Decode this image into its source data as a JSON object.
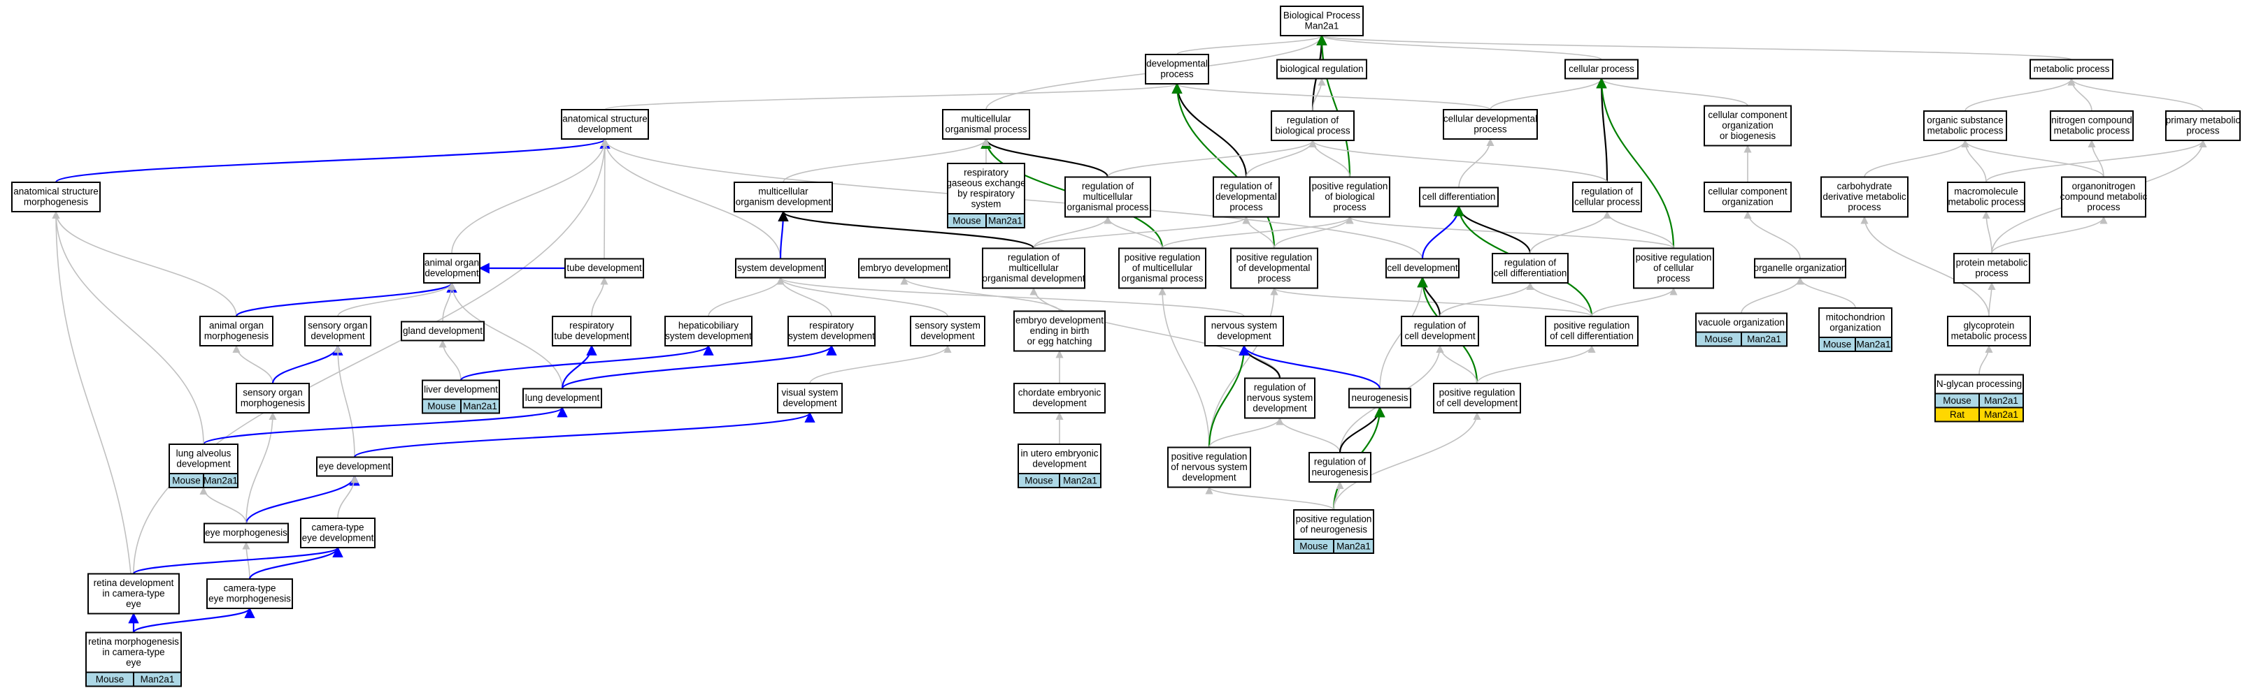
{
  "colors": {
    "is_a": "#c0c0c0",
    "part_of": "#0000ff",
    "regulates": "#000000",
    "positively_regulates": "#008000",
    "species_mouse": "#add8e6",
    "species_rat": "#ffd700"
  },
  "nodes": {
    "bp": {
      "label": [
        "Biological Process",
        "Man2a1"
      ]
    },
    "dev_proc": {
      "label": [
        "developmental",
        "process"
      ]
    },
    "bio_reg": {
      "label": [
        "biological regulation"
      ]
    },
    "cell_proc": {
      "label": [
        "cellular process"
      ]
    },
    "met_proc": {
      "label": [
        "metabolic process"
      ]
    },
    "anat_dev": {
      "label": [
        "anatomical structure",
        "development"
      ]
    },
    "mc_org": {
      "label": [
        "multicellular",
        "organismal process"
      ]
    },
    "reg_bio": {
      "label": [
        "regulation of",
        "biological process"
      ]
    },
    "cell_dev_proc": {
      "label": [
        "cellular developmental",
        "process"
      ]
    },
    "cc_org_bio": {
      "label": [
        "cellular component",
        "organization",
        "or biogenesis"
      ]
    },
    "org_subst": {
      "label": [
        "organic substance",
        "metabolic process"
      ]
    },
    "nitro": {
      "label": [
        "nitrogen compound",
        "metabolic process"
      ]
    },
    "primary": {
      "label": [
        "primary metabolic",
        "process"
      ]
    },
    "anat_morph": {
      "label": [
        "anatomical structure",
        "morphogenesis"
      ]
    },
    "resp_gas": {
      "label": [
        "respiratory",
        "gaseous exchange",
        "by respiratory",
        "system"
      ],
      "species": [
        {
          "name": "Mouse",
          "gene": "Man2a1",
          "color": "#add8e6"
        }
      ]
    },
    "reg_mc_org": {
      "label": [
        "regulation of",
        "multicellular",
        "organismal process"
      ]
    },
    "mc_org_dev": {
      "label": [
        "multicellular",
        "organism development"
      ]
    },
    "reg_dev": {
      "label": [
        "regulation of",
        "developmental",
        "process"
      ]
    },
    "pos_reg_bio": {
      "label": [
        "positive regulation",
        "of biological",
        "process"
      ]
    },
    "cell_diff": {
      "label": [
        "cell differentiation"
      ]
    },
    "reg_cell_proc": {
      "label": [
        "regulation of",
        "cellular process"
      ]
    },
    "cc_org": {
      "label": [
        "cellular component",
        "organization"
      ]
    },
    "carb": {
      "label": [
        "carbohydrate",
        "derivative metabolic",
        "process"
      ]
    },
    "macro": {
      "label": [
        "macromolecule",
        "metabolic process"
      ]
    },
    "organonitro": {
      "label": [
        "organonitrogen",
        "compound metabolic",
        "process"
      ]
    },
    "animal_organ_dev": {
      "label": [
        "animal organ",
        "development"
      ]
    },
    "tube_dev": {
      "label": [
        "tube development"
      ]
    },
    "sys_dev": {
      "label": [
        "system development"
      ]
    },
    "embryo_dev": {
      "label": [
        "embryo development"
      ]
    },
    "reg_mc_org_dev": {
      "label": [
        "regulation of",
        "multicellular",
        "organismal development"
      ]
    },
    "pos_reg_mc_org": {
      "label": [
        "positive regulation",
        "of multicellular",
        "organismal process"
      ]
    },
    "pos_reg_dev": {
      "label": [
        "positive regulation",
        "of developmental",
        "process"
      ]
    },
    "cell_devt": {
      "label": [
        "cell development"
      ]
    },
    "reg_cell_diff": {
      "label": [
        "regulation of",
        "cell differentiation"
      ]
    },
    "pos_reg_cell_proc": {
      "label": [
        "positive regulation",
        "of cellular",
        "process"
      ]
    },
    "organelle": {
      "label": [
        "organelle organization"
      ]
    },
    "protein_met": {
      "label": [
        "protein metabolic",
        "process"
      ]
    },
    "animal_organ_morph": {
      "label": [
        "animal organ",
        "morphogenesis"
      ]
    },
    "sensory_organ_dev": {
      "label": [
        "sensory organ",
        "development"
      ]
    },
    "gland_dev": {
      "label": [
        "gland development"
      ]
    },
    "resp_tube_dev": {
      "label": [
        "respiratory",
        "tube development"
      ]
    },
    "hepato": {
      "label": [
        "hepaticobiliary",
        "system development"
      ]
    },
    "resp_sys_dev": {
      "label": [
        "respiratory",
        "system development"
      ]
    },
    "sensory_sys_dev": {
      "label": [
        "sensory system",
        "development"
      ]
    },
    "embryo_birth": {
      "label": [
        "embryo development",
        "ending in birth",
        "or egg hatching"
      ]
    },
    "nerv_sys_dev": {
      "label": [
        "nervous system",
        "development"
      ]
    },
    "reg_cell_dev": {
      "label": [
        "regulation of",
        "cell development"
      ]
    },
    "pos_reg_cell_diff": {
      "label": [
        "positive regulation",
        "of cell differentiation"
      ]
    },
    "vacuole": {
      "label": [
        "vacuole organization"
      ],
      "species": [
        {
          "name": "Mouse",
          "gene": "Man2a1",
          "color": "#add8e6"
        }
      ]
    },
    "mito": {
      "label": [
        "mitochondrion",
        "organization"
      ],
      "species": [
        {
          "name": "Mouse",
          "gene": "Man2a1",
          "color": "#add8e6"
        }
      ]
    },
    "glyco": {
      "label": [
        "glycoprotein",
        "metabolic process"
      ]
    },
    "sensory_organ_morph": {
      "label": [
        "sensory organ",
        "morphogenesis"
      ]
    },
    "liver_dev": {
      "label": [
        "liver development"
      ],
      "species": [
        {
          "name": "Mouse",
          "gene": "Man2a1",
          "color": "#add8e6"
        }
      ]
    },
    "lung_dev": {
      "label": [
        "lung development"
      ]
    },
    "visual_sys_dev": {
      "label": [
        "visual system",
        "development"
      ]
    },
    "chordate": {
      "label": [
        "chordate embryonic",
        "development"
      ]
    },
    "reg_nerv": {
      "label": [
        "regulation of",
        "nervous system",
        "development"
      ]
    },
    "neurogenesis": {
      "label": [
        "neurogenesis"
      ]
    },
    "pos_reg_cell_dev": {
      "label": [
        "positive regulation",
        "of cell development"
      ]
    },
    "nglycan": {
      "label": [
        "N-glycan processing"
      ],
      "species": [
        {
          "name": "Mouse",
          "gene": "Man2a1",
          "color": "#add8e6"
        },
        {
          "name": "Rat",
          "gene": "Man2a1",
          "color": "#ffd700"
        }
      ]
    },
    "lung_alv": {
      "label": [
        "lung alveolus",
        "development"
      ],
      "species": [
        {
          "name": "Mouse",
          "gene": "Man2a1",
          "color": "#add8e6"
        }
      ]
    },
    "eye_dev": {
      "label": [
        "eye development"
      ]
    },
    "in_utero": {
      "label": [
        "in utero embryonic",
        "development"
      ],
      "species": [
        {
          "name": "Mouse",
          "gene": "Man2a1",
          "color": "#add8e6"
        }
      ]
    },
    "pos_reg_nerv": {
      "label": [
        "positive regulation",
        "of nervous system",
        "development"
      ]
    },
    "reg_neuro": {
      "label": [
        "regulation of",
        "neurogenesis"
      ]
    },
    "eye_morph": {
      "label": [
        "eye morphogenesis"
      ]
    },
    "camera_eye_dev": {
      "label": [
        "camera-type",
        "eye development"
      ]
    },
    "pos_reg_neuro": {
      "label": [
        "positive regulation",
        "of neurogenesis"
      ],
      "species": [
        {
          "name": "Mouse",
          "gene": "Man2a1",
          "color": "#add8e6"
        }
      ]
    },
    "retina_dev": {
      "label": [
        "retina development",
        "in camera-type",
        "eye"
      ]
    },
    "camera_eye_morph": {
      "label": [
        "camera-type",
        "eye morphogenesis"
      ]
    },
    "retina_morph": {
      "label": [
        "retina morphogenesis",
        "in camera-type",
        "eye"
      ],
      "species": [
        {
          "name": "Mouse",
          "gene": "Man2a1",
          "color": "#add8e6"
        }
      ]
    }
  },
  "edges": [
    {
      "from": "dev_proc",
      "to": "bp",
      "type": "is_a"
    },
    {
      "from": "bio_reg",
      "to": "bp",
      "type": "is_a"
    },
    {
      "from": "cell_proc",
      "to": "bp",
      "type": "is_a"
    },
    {
      "from": "met_proc",
      "to": "bp",
      "type": "is_a"
    },
    {
      "from": "mc_org",
      "to": "bp",
      "type": "is_a"
    },
    {
      "from": "reg_bio",
      "to": "bp",
      "type": "regulates"
    },
    {
      "from": "pos_reg_bio",
      "to": "bp",
      "type": "positively_regulates"
    },
    {
      "from": "anat_dev",
      "to": "dev_proc",
      "type": "is_a"
    },
    {
      "from": "cell_dev_proc",
      "to": "dev_proc",
      "type": "is_a"
    },
    {
      "from": "reg_dev",
      "to": "dev_proc",
      "type": "regulates"
    },
    {
      "from": "pos_reg_dev",
      "to": "dev_proc",
      "type": "positively_regulates"
    },
    {
      "from": "reg_bio",
      "to": "bio_reg",
      "type": "is_a"
    },
    {
      "from": "cell_dev_proc",
      "to": "cell_proc",
      "type": "is_a"
    },
    {
      "from": "cc_org_bio",
      "to": "cell_proc",
      "type": "is_a"
    },
    {
      "from": "reg_cell_proc",
      "to": "cell_proc",
      "type": "regulates"
    },
    {
      "from": "pos_reg_cell_proc",
      "to": "cell_proc",
      "type": "positively_regulates"
    },
    {
      "from": "org_subst",
      "to": "met_proc",
      "type": "is_a"
    },
    {
      "from": "nitro",
      "to": "met_proc",
      "type": "is_a"
    },
    {
      "from": "primary",
      "to": "met_proc",
      "type": "is_a"
    },
    {
      "from": "anat_morph",
      "to": "anat_dev",
      "type": "part_of"
    },
    {
      "from": "animal_organ_dev",
      "to": "anat_dev",
      "type": "is_a"
    },
    {
      "from": "tube_dev",
      "to": "anat_dev",
      "type": "is_a"
    },
    {
      "from": "sys_dev",
      "to": "anat_dev",
      "type": "is_a"
    },
    {
      "from": "cell_devt",
      "to": "anat_dev",
      "type": "is_a"
    },
    {
      "from": "retina_dev",
      "to": "anat_dev",
      "type": "is_a"
    },
    {
      "from": "resp_gas",
      "to": "mc_org",
      "type": "is_a"
    },
    {
      "from": "reg_mc_org",
      "to": "mc_org",
      "type": "regulates"
    },
    {
      "from": "pos_reg_mc_org",
      "to": "mc_org",
      "type": "positively_regulates"
    },
    {
      "from": "mc_org_dev",
      "to": "mc_org",
      "type": "is_a"
    },
    {
      "from": "reg_mc_org",
      "to": "reg_bio",
      "type": "is_a"
    },
    {
      "from": "reg_dev",
      "to": "reg_bio",
      "type": "is_a"
    },
    {
      "from": "pos_reg_bio",
      "to": "reg_bio",
      "type": "is_a"
    },
    {
      "from": "reg_cell_proc",
      "to": "reg_bio",
      "type": "is_a"
    },
    {
      "from": "cell_diff",
      "to": "cell_dev_proc",
      "type": "is_a"
    },
    {
      "from": "cc_org",
      "to": "cc_org_bio",
      "type": "is_a"
    },
    {
      "from": "carb",
      "to": "org_subst",
      "type": "is_a"
    },
    {
      "from": "macro",
      "to": "org_subst",
      "type": "is_a"
    },
    {
      "from": "organonitro",
      "to": "org_subst",
      "type": "is_a"
    },
    {
      "from": "organonitro",
      "to": "nitro",
      "type": "is_a"
    },
    {
      "from": "macro",
      "to": "primary",
      "type": "is_a"
    },
    {
      "from": "protein_met",
      "to": "primary",
      "type": "is_a"
    },
    {
      "from": "retina_morph",
      "to": "anat_morph",
      "type": "is_a"
    },
    {
      "from": "animal_organ_morph",
      "to": "anat_morph",
      "type": "is_a"
    },
    {
      "from": "reg_mc_org_dev",
      "to": "reg_mc_org",
      "type": "is_a"
    },
    {
      "from": "pos_reg_mc_org",
      "to": "reg_mc_org",
      "type": "is_a"
    },
    {
      "from": "sys_dev",
      "to": "mc_org_dev",
      "type": "part_of"
    },
    {
      "from": "reg_mc_org_dev",
      "to": "mc_org_dev",
      "type": "regulates"
    },
    {
      "from": "reg_mc_org_dev",
      "to": "reg_dev",
      "type": "is_a"
    },
    {
      "from": "pos_reg_dev",
      "to": "reg_dev",
      "type": "is_a"
    },
    {
      "from": "pos_reg_mc_org",
      "to": "pos_reg_bio",
      "type": "is_a"
    },
    {
      "from": "pos_reg_dev",
      "to": "pos_reg_bio",
      "type": "is_a"
    },
    {
      "from": "pos_reg_cell_proc",
      "to": "pos_reg_bio",
      "type": "is_a"
    },
    {
      "from": "cell_devt",
      "to": "cell_diff",
      "type": "part_of"
    },
    {
      "from": "reg_cell_diff",
      "to": "cell_diff",
      "type": "regulates"
    },
    {
      "from": "pos_reg_cell_diff",
      "to": "cell_diff",
      "type": "positively_regulates"
    },
    {
      "from": "reg_cell_diff",
      "to": "reg_cell_proc",
      "type": "is_a"
    },
    {
      "from": "pos_reg_cell_proc",
      "to": "reg_cell_proc",
      "type": "is_a"
    },
    {
      "from": "organelle",
      "to": "cc_org",
      "type": "is_a"
    },
    {
      "from": "glyco",
      "to": "carb",
      "type": "is_a"
    },
    {
      "from": "protein_met",
      "to": "macro",
      "type": "is_a"
    },
    {
      "from": "protein_met",
      "to": "organonitro",
      "type": "is_a"
    },
    {
      "from": "tube_dev",
      "to": "animal_organ_dev",
      "type": "part_of"
    },
    {
      "from": "animal_organ_morph",
      "to": "animal_organ_dev",
      "type": "part_of"
    },
    {
      "from": "sensory_organ_dev",
      "to": "animal_organ_dev",
      "type": "is_a"
    },
    {
      "from": "gland_dev",
      "to": "animal_organ_dev",
      "type": "is_a"
    },
    {
      "from": "lung_dev",
      "to": "animal_organ_dev",
      "type": "is_a"
    },
    {
      "from": "resp_tube_dev",
      "to": "tube_dev",
      "type": "is_a"
    },
    {
      "from": "hepato",
      "to": "sys_dev",
      "type": "is_a"
    },
    {
      "from": "resp_sys_dev",
      "to": "sys_dev",
      "type": "is_a"
    },
    {
      "from": "sensory_sys_dev",
      "to": "sys_dev",
      "type": "is_a"
    },
    {
      "from": "nerv_sys_dev",
      "to": "sys_dev",
      "type": "is_a"
    },
    {
      "from": "embryo_birth",
      "to": "embryo_dev",
      "type": "is_a"
    },
    {
      "from": "reg_nerv",
      "to": "reg_mc_org_dev",
      "type": "is_a"
    },
    {
      "from": "pos_reg_nerv",
      "to": "pos_reg_mc_org",
      "type": "is_a"
    },
    {
      "from": "pos_reg_cell_diff",
      "to": "pos_reg_dev",
      "type": "is_a"
    },
    {
      "from": "pos_reg_nerv",
      "to": "pos_reg_dev",
      "type": "is_a"
    },
    {
      "from": "neurogenesis",
      "to": "cell_devt",
      "type": "is_a"
    },
    {
      "from": "reg_cell_dev",
      "to": "cell_devt",
      "type": "regulates"
    },
    {
      "from": "pos_reg_cell_dev",
      "to": "cell_devt",
      "type": "positively_regulates"
    },
    {
      "from": "reg_cell_dev",
      "to": "reg_cell_diff",
      "type": "is_a"
    },
    {
      "from": "pos_reg_cell_diff",
      "to": "reg_cell_diff",
      "type": "is_a"
    },
    {
      "from": "pos_reg_cell_diff",
      "to": "pos_reg_cell_proc",
      "type": "is_a"
    },
    {
      "from": "vacuole",
      "to": "organelle",
      "type": "is_a"
    },
    {
      "from": "mito",
      "to": "organelle",
      "type": "is_a"
    },
    {
      "from": "glyco",
      "to": "protein_met",
      "type": "is_a"
    },
    {
      "from": "sensory_organ_morph",
      "to": "animal_organ_morph",
      "type": "is_a"
    },
    {
      "from": "sensory_organ_morph",
      "to": "sensory_organ_dev",
      "type": "part_of"
    },
    {
      "from": "eye_dev",
      "to": "sensory_organ_dev",
      "type": "is_a"
    },
    {
      "from": "liver_dev",
      "to": "gland_dev",
      "type": "is_a"
    },
    {
      "from": "lung_dev",
      "to": "resp_tube_dev",
      "type": "part_of"
    },
    {
      "from": "liver_dev",
      "to": "hepato",
      "type": "part_of"
    },
    {
      "from": "lung_dev",
      "to": "resp_sys_dev",
      "type": "part_of"
    },
    {
      "from": "visual_sys_dev",
      "to": "sensory_sys_dev",
      "type": "is_a"
    },
    {
      "from": "chordate",
      "to": "embryo_birth",
      "type": "is_a"
    },
    {
      "from": "reg_nerv",
      "to": "nerv_sys_dev",
      "type": "regulates"
    },
    {
      "from": "pos_reg_nerv",
      "to": "nerv_sys_dev",
      "type": "positively_regulates"
    },
    {
      "from": "neurogenesis",
      "to": "nerv_sys_dev",
      "type": "part_of"
    },
    {
      "from": "pos_reg_cell_dev",
      "to": "reg_cell_dev",
      "type": "is_a"
    },
    {
      "from": "reg_neuro",
      "to": "reg_cell_dev",
      "type": "is_a"
    },
    {
      "from": "pos_reg_cell_dev",
      "to": "pos_reg_cell_diff",
      "type": "is_a"
    },
    {
      "from": "nglycan",
      "to": "glyco",
      "type": "is_a"
    },
    {
      "from": "eye_morph",
      "to": "sensory_organ_morph",
      "type": "is_a"
    },
    {
      "from": "lung_alv",
      "to": "lung_dev",
      "type": "part_of"
    },
    {
      "from": "eye_dev",
      "to": "visual_sys_dev",
      "type": "part_of"
    },
    {
      "from": "in_utero",
      "to": "chordate",
      "type": "is_a"
    },
    {
      "from": "pos_reg_nerv",
      "to": "reg_nerv",
      "type": "is_a"
    },
    {
      "from": "reg_neuro",
      "to": "reg_nerv",
      "type": "is_a"
    },
    {
      "from": "reg_neuro",
      "to": "neurogenesis",
      "type": "regulates"
    },
    {
      "from": "pos_reg_neuro",
      "to": "neurogenesis",
      "type": "positively_regulates"
    },
    {
      "from": "pos_reg_neuro",
      "to": "pos_reg_cell_dev",
      "type": "is_a"
    },
    {
      "from": "eye_morph",
      "to": "eye_dev",
      "type": "part_of"
    },
    {
      "from": "camera_eye_dev",
      "to": "eye_dev",
      "type": "is_a"
    },
    {
      "from": "pos_reg_neuro",
      "to": "pos_reg_nerv",
      "type": "is_a"
    },
    {
      "from": "pos_reg_neuro",
      "to": "reg_neuro",
      "type": "is_a"
    },
    {
      "from": "camera_eye_morph",
      "to": "eye_morph",
      "type": "is_a"
    },
    {
      "from": "camera_eye_morph",
      "to": "camera_eye_dev",
      "type": "part_of"
    },
    {
      "from": "retina_dev",
      "to": "camera_eye_dev",
      "type": "part_of"
    },
    {
      "from": "retina_morph",
      "to": "retina_dev",
      "type": "part_of"
    },
    {
      "from": "retina_morph",
      "to": "camera_eye_morph",
      "type": "part_of"
    },
    {
      "from": "lung_alv",
      "to": "anat_morph",
      "type": "is_a"
    },
    {
      "from": "eye_morph",
      "to": "lung_alv",
      "type": "is_a"
    }
  ]
}
